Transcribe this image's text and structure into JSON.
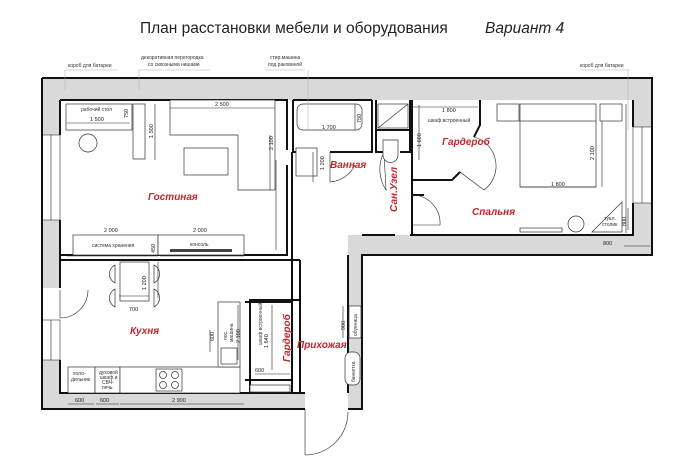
{
  "title": {
    "main": "План расстановки мебели и оборудования",
    "variant": "Вариант 4"
  },
  "rooms": {
    "living": "Гостиная",
    "bath": "Ванная",
    "wc": "Сан.Узел",
    "wardrobe_bedroom": "Гардероб",
    "bedroom": "Спальня",
    "kitchen": "Кухня",
    "wardrobe_hall": "Гардероб",
    "hall": "Прихожая"
  },
  "annotations": {
    "radiator_box_left": "короб для батареи",
    "partition_line1": "декоративная перегородка",
    "partition_line2": "со сквозными нишами",
    "washer_line1": "стир.машина",
    "washer_line2": "под раковиной",
    "radiator_box_right": "короб для батареи",
    "desk": "рабочий стол",
    "storage": "система хранения",
    "console": "консоль",
    "builtin_wardrobe_bedroom": "шкаф встроенный",
    "vanity_line1": "туал.",
    "vanity_line2": "столик",
    "fridge_line1": "холо-",
    "fridge_line2": "дильник",
    "oven_line1": "духовой",
    "oven_line2": "шкаф и",
    "oven_line3": "СВЧ-",
    "oven_line4": "печь",
    "dishwasher_line1": "пос.",
    "dishwasher_line2": "машина",
    "builtin_wardrobe_hall": "шкаф встроенный",
    "shoe_rack": "обувница",
    "bench": "банкетка"
  },
  "dimensions": {
    "desk_width": "1 500",
    "desk_depth": "750",
    "partition_len": "1 500",
    "sofa_width": "2 500",
    "sofa_len": "2 100",
    "storage_w": "2 000",
    "console_w": "2 000",
    "console_d": "450",
    "bath_len": "1 700",
    "bath_w": "750",
    "bath_room": "1 200",
    "wardrobe_w": "1 800",
    "wardrobe_d": "1 600",
    "bed_w": "1 800",
    "bed_l": "2 100",
    "vanity_w": "800",
    "vanity_d": "800",
    "table_l": "1 200",
    "table_w": "700",
    "kitchen_side": "2 100",
    "dishwasher": "600",
    "hall_wardrobe_l": "1 640",
    "hall_wardrobe_d": "600",
    "shoe": "900",
    "k1": "600",
    "k2": "600",
    "k3": "2 900"
  },
  "colors": {
    "wall": "#d9d9d9",
    "room_label": "#c0272d"
  }
}
